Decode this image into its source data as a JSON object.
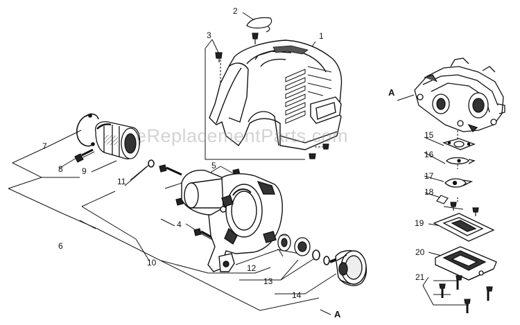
{
  "diagram": {
    "callouts": [
      "1",
      "2",
      "3",
      "4",
      "5",
      "6",
      "7",
      "8",
      "9",
      "10",
      "11",
      "12",
      "13",
      "14",
      "15",
      "16",
      "17",
      "18",
      "19",
      "20",
      "21"
    ],
    "reference_letter": "A",
    "watermark": "eReplacementParts.com"
  },
  "colors": {
    "ink": "#111111",
    "part_fill": "#ffffff",
    "shade": "#3a3a3a",
    "watermark": "#9a9a9a"
  }
}
